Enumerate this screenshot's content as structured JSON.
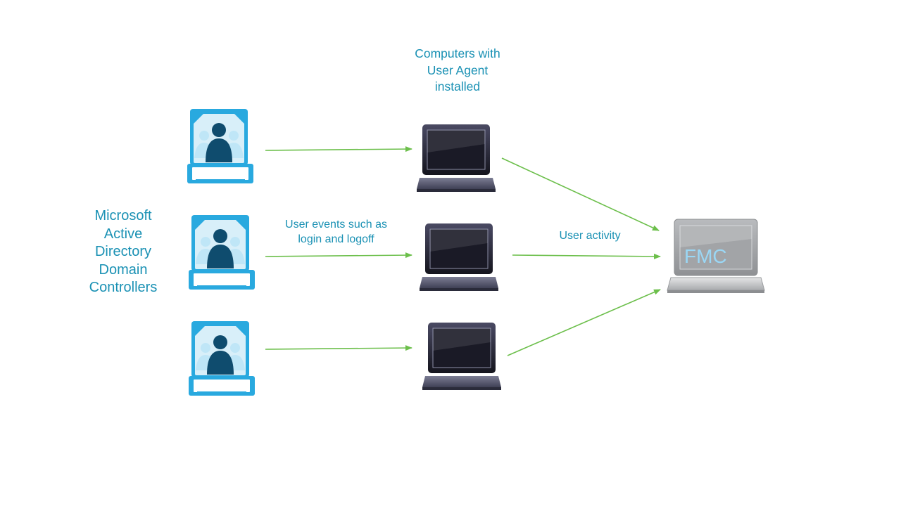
{
  "labels": {
    "ad_controllers": "Microsoft\nActive\nDirectory\nDomain\nControllers",
    "agent_computers": "Computers with\nUser Agent\ninstalled",
    "user_events": "User events such as\nlogin and logoff",
    "user_activity": "User activity",
    "fmc": "FMC"
  },
  "icons": {
    "domain_controller": "user-group-server-icon",
    "computer": "laptop-icon",
    "fmc": "fmc-laptop-icon"
  },
  "colors": {
    "label": "#1a91b4",
    "arrow": "#6cbf4b",
    "dc_blue": "#29a9df",
    "user_dark": "#0f4c6e",
    "fmc_text": "#9ad7f5"
  }
}
